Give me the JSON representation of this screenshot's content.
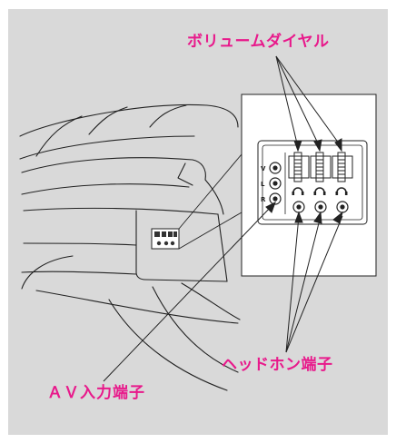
{
  "labels": {
    "volume_dial": "ボリュームダイヤル",
    "headphone_jack": "ヘッドホン端子",
    "av_input": "ＡＶ入力端子"
  },
  "jack_letters": [
    "V",
    "L",
    "R"
  ],
  "colors": {
    "label_pink": "#e8198b",
    "panel_gray": "#d9d9d9",
    "line": "#222222"
  },
  "icons": [
    "headphone-icon",
    "headphone-icon",
    "headphone-icon"
  ]
}
